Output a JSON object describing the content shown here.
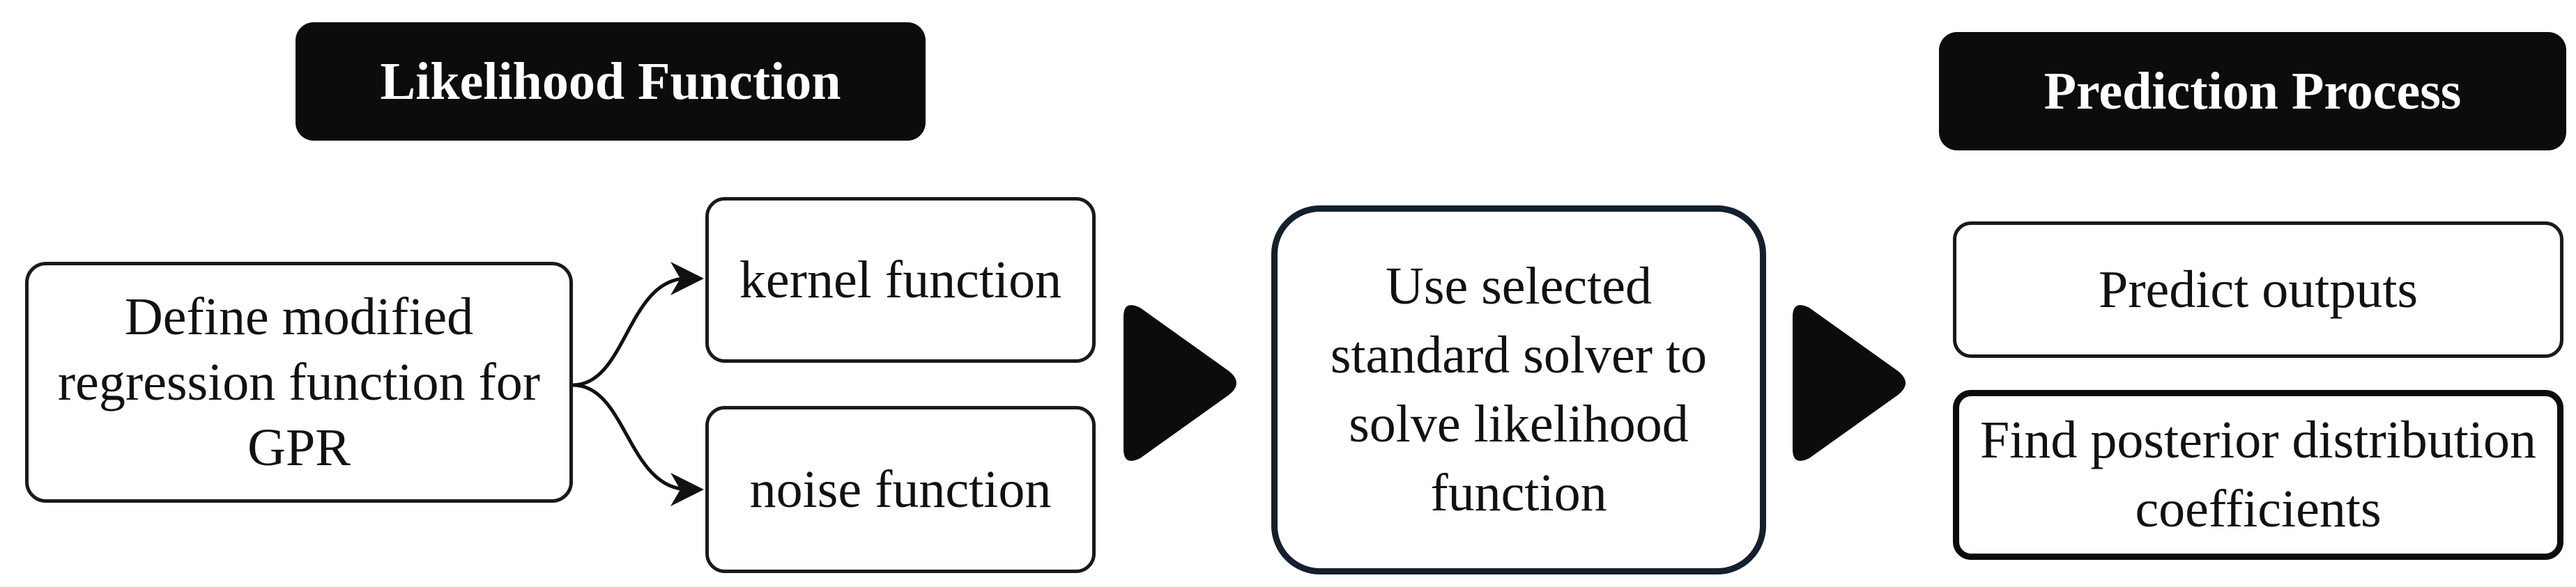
{
  "headers": {
    "likelihood": "Likelihood Function",
    "prediction": "Prediction Process"
  },
  "boxes": {
    "define": "Define modified regression function for GPR",
    "kernel": "kernel function",
    "noise": "noise function",
    "solver": "Use selected standard solver to solve likelihood function",
    "predict": "Predict outputs",
    "posterior": "Find posterior distribution coefficients"
  }
}
